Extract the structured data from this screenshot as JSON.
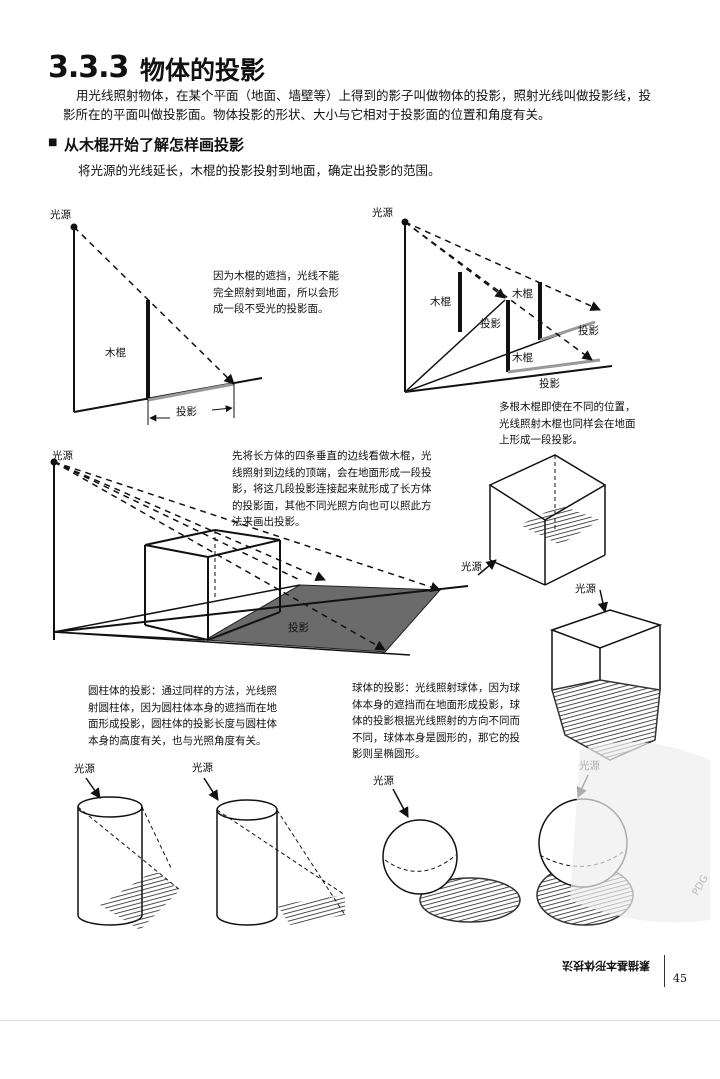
{
  "header": {
    "section_number": "3.3.3",
    "section_title": "物体的投影"
  },
  "intro": {
    "line1": "用光线照射物体，在某个平面（地面、墙壁等）上得到的影子叫做物体的投影，照射光线叫做投影线，投",
    "line2": "影所在的平面叫做投影面。物体投影的形状、大小与它相对于投影面的位置和角度有关。"
  },
  "subsection": {
    "mark": "■",
    "title": "从木棍开始了解怎样画投影",
    "desc": "将光源的光线延长，木棍的投影投射到地面，确定出投影的范围。"
  },
  "fig1": {
    "light": "光源",
    "stick": "木棍",
    "shadow": "投影",
    "note": [
      "因为木棍的遮挡，光线不能",
      "完全照射到地面，所以会形",
      "成一段不受光的投影面。"
    ]
  },
  "fig2": {
    "light": "光源",
    "stick1": "木棍",
    "stick2": "木棍",
    "stick3": "木棍",
    "shadow1": "投影",
    "shadow2": "投影",
    "shadow3": "投影",
    "note": [
      "多根木棍即使在不同的位置，",
      "光线照射木棍也同样会在地面",
      "上形成一段投影。"
    ]
  },
  "fig3": {
    "light": "光源",
    "shadow": "投影",
    "note": [
      "先将长方体的四条垂直的边线看做木棍，光",
      "线照射到边线的顶端，会在地面形成一段投",
      "影，将这几段投影连接起来就形成了长方体",
      "的投影面，其他不同光照方向也可以照此方",
      "法来画出投影。"
    ]
  },
  "fig4": {
    "light1": "光源",
    "light2": "光源"
  },
  "cylinder": {
    "note": [
      "圆柱体的投影：通过同样的方法，光线照",
      "射圆柱体，因为圆柱体本身的遮挡而在地",
      "面形成投影，圆柱体的投影长度与圆柱体",
      "本身的高度有关，也与光照角度有关。"
    ],
    "light1": "光源",
    "light2": "光源"
  },
  "sphere": {
    "note": [
      "球体的投影：光线照射球体，因为球",
      "体本身的遮挡而在地面形成投影，球",
      "体的投影根据光线照射的方向不同而",
      "不同，球体本身是圆形的，那它的投",
      "影则呈椭圆形。"
    ],
    "light1": "光源",
    "light2": "光源"
  },
  "footer": {
    "book_title": "素描基本形体技法",
    "page": "45"
  },
  "watermark": {
    "text": "PDG"
  }
}
